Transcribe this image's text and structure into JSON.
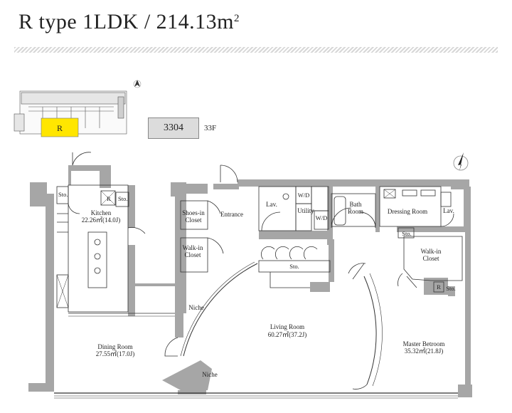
{
  "title": {
    "main": "R type 1LDK / 214.13m",
    "sup": "2"
  },
  "key_plan": {
    "unit_letter": "R",
    "unit_number": "3304",
    "floor": "33F",
    "highlight_color": "#ffe600"
  },
  "rooms": {
    "sto1": "Sto.",
    "r": "R",
    "sto2": "Sto.",
    "kitchen": "Kitchen",
    "kitchen_area": "22.26㎡(14.0J)",
    "shoes": "Shoes-in",
    "shoes2": "Closet",
    "entrance": "Entrance",
    "walkin_l": "Walk-in",
    "walkin_l2": "Closet",
    "lav1": "Lav.",
    "wd1": "W/D",
    "utility": "Utility",
    "wd2": "W/D",
    "bath": "Bath",
    "bath2": "Room",
    "dressing": "Dressing Room",
    "lav2": "Lav.",
    "sto3": "Sto.",
    "walkin_r": "Walk-in",
    "walkin_r2": "Closet",
    "sto_living": "Sto.",
    "r2": "R",
    "sto4": "Sto.",
    "niche1": "Niche",
    "living": "Living Room",
    "living_area": "60.27㎡(37.2J)",
    "dining": "Dining Room",
    "dining_area": "27.55㎡(17.0J)",
    "master": "Master Betroom",
    "master_area": "35.32㎡(21.8J)",
    "niche2": "Niche"
  },
  "colors": {
    "wall": "#a6a6a6",
    "line": "#333333",
    "accent": "#ffe600"
  }
}
